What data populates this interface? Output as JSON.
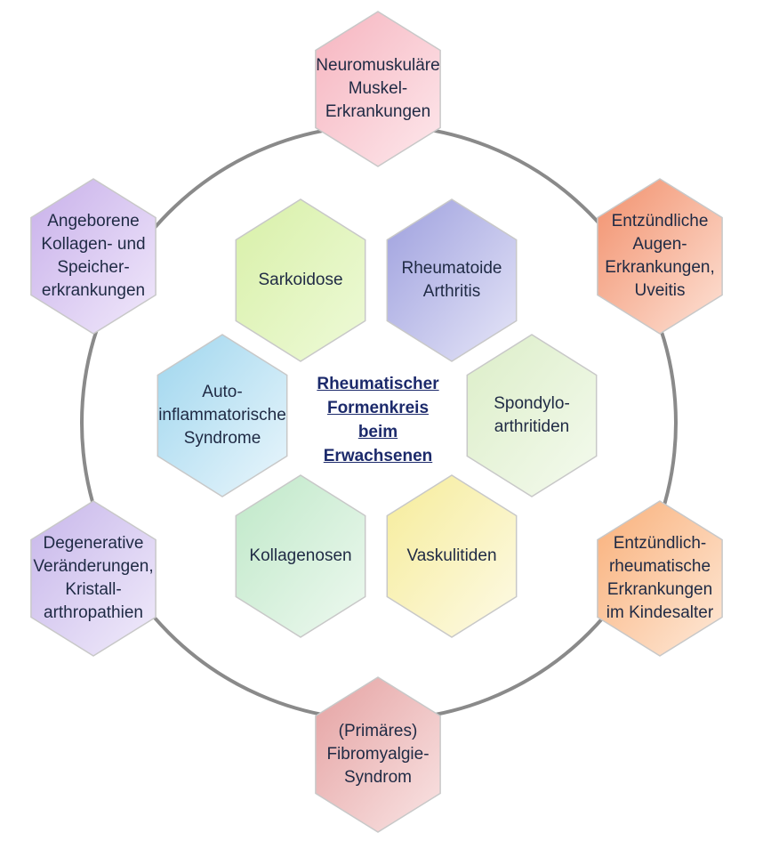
{
  "center": {
    "text": "Rheumatischer\nFormenkreis\nbeim\nErwachsenen",
    "color": "#1c2a6b"
  },
  "inner": [
    {
      "text": "Sarkoidose",
      "color_top": "#d8f0a8",
      "color_bottom": "#eefad8"
    },
    {
      "text": "Rheumatoide\nArthritis",
      "color_top": "#9ea0de",
      "color_bottom": "#e6e6f8"
    },
    {
      "text": "Spondylo-\narthritiden",
      "color_top": "#dceec8",
      "color_bottom": "#f4faee"
    },
    {
      "text": "Vaskulitiden",
      "color_top": "#f6ec9a",
      "color_bottom": "#fdfae6"
    },
    {
      "text": "Kollagenosen",
      "color_top": "#bfe8c8",
      "color_bottom": "#eef9f0"
    },
    {
      "text": "Auto-\ninflammatorische\nSyndrome",
      "color_top": "#9fd6ee",
      "color_bottom": "#eaf6fc"
    }
  ],
  "outer": [
    {
      "text": "Neuromuskuläre\nMuskel-\nErkrankungen",
      "color_top": "#f6b4bf",
      "color_bottom": "#fde8ec"
    },
    {
      "text": "Entzündliche\nAugen-\nErkrankungen,\nUveitis",
      "color_top": "#f2906c",
      "color_bottom": "#fde2d6"
    },
    {
      "text": "Entzündlich-\nrheumatische\nErkrankungen\nim Kindesalter",
      "color_top": "#f9b07a",
      "color_bottom": "#fee9d8"
    },
    {
      "text": "(Primäres)\nFibromyalgie-\nSyndrom",
      "color_top": "#e5a2a2",
      "color_bottom": "#f9e4e4"
    },
    {
      "text": "Degenerative\nVeränderungen,\nKristall-\narthropathien",
      "color_top": "#c7b6ea",
      "color_bottom": "#f1ecfb"
    },
    {
      "text": "Angeborene\nKollagen- und\nSpeicher-\nerkrankungen",
      "color_top": "#c8b0ea",
      "color_bottom": "#f1e9fb"
    }
  ],
  "ring_color": "#8a8a8a",
  "stroke_color": "#c8c8c8"
}
